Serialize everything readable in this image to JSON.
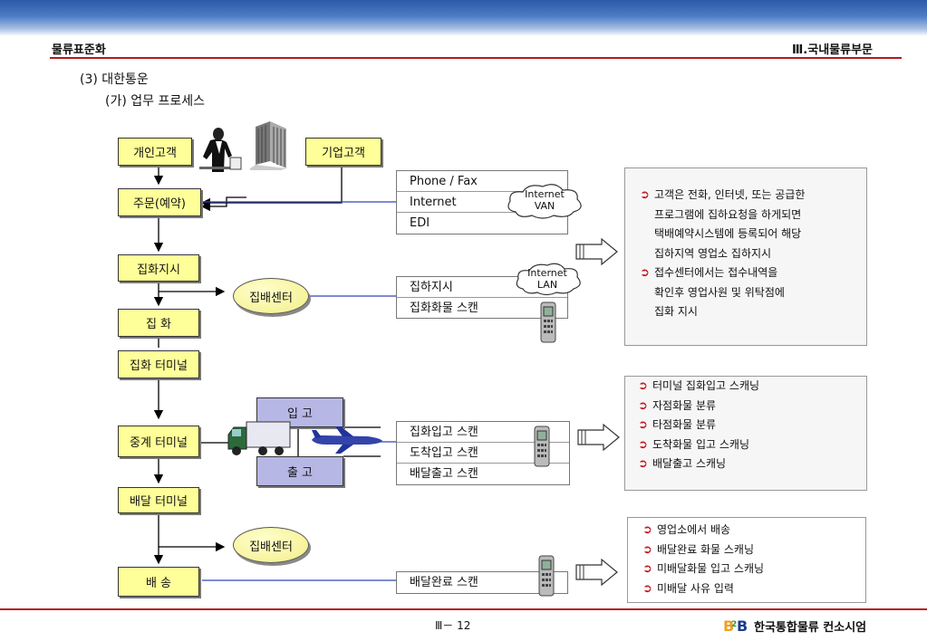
{
  "header": {
    "left": "물류표준화",
    "right": "Ⅲ.국내물류부문"
  },
  "headings": {
    "section": "(3) 대한통운",
    "subsection": "(가) 업무 프로세스"
  },
  "flow": {
    "personal": "개인고객",
    "corporate": "기업고객",
    "order": "주문(예약)",
    "pickup_order": "집화지시",
    "pickup": "집 화",
    "pickup_terminal": "집화 터미널",
    "relay_terminal": "중계 터미널",
    "delivery_terminal": "배달 터미널",
    "delivery": "배 송",
    "center1": "집배센터",
    "center2": "집배센터",
    "inbound": "입 고",
    "outbound": "출 고"
  },
  "tables": {
    "order_channels": [
      "Phone / Fax",
      "Internet",
      "EDI"
    ],
    "pickup_ops": [
      "집하지시",
      "집화화물 스캔"
    ],
    "terminal_ops": [
      "집화입고 스캔",
      "도착입고 스캔",
      "배달출고 스캔"
    ],
    "delivery_ops": [
      "배달완료 스캔"
    ]
  },
  "clouds": {
    "van_line1": "Internet",
    "van_line2": "VAN",
    "lan_line1": "Internet",
    "lan_line2": "LAN"
  },
  "info_boxes": {
    "order": [
      {
        "bullet": true,
        "text": "고객은 전화, 인터넷, 또는 공급한"
      },
      {
        "bullet": false,
        "text": "프로그램에 집하요청을 하게되면"
      },
      {
        "bullet": false,
        "text": "택배예약시스템에 등록되어 해당"
      },
      {
        "bullet": false,
        "text": "집하지역 영업소 집하지시"
      },
      {
        "bullet": true,
        "text": "접수센터에서는 접수내역을"
      },
      {
        "bullet": false,
        "text": "확인후 영업사원 및 위탁점에"
      },
      {
        "bullet": false,
        "text": "집화 지시"
      }
    ],
    "terminal": [
      {
        "bullet": true,
        "text": "터미널 집화입고 스캐닝"
      },
      {
        "bullet": true,
        "text": "자점화물 분류"
      },
      {
        "bullet": true,
        "text": "타점화물 분류"
      },
      {
        "bullet": true,
        "text": "도착화물 입고 스캐닝"
      },
      {
        "bullet": true,
        "text": "배달출고 스캐닝"
      }
    ],
    "delivery": [
      {
        "bullet": true,
        "text": "영업소에서 배송"
      },
      {
        "bullet": true,
        "text": "배달완료 화물 스캐닝"
      },
      {
        "bullet": true,
        "text": "미배달화물 입고 스캐닝"
      },
      {
        "bullet": true,
        "text": "미배달 사유 입력"
      }
    ]
  },
  "bullet_glyph": "➲",
  "footer": {
    "page": "Ⅲ－ 12",
    "company": "한국통합물류 컨소시엄",
    "logo_text": "B2B"
  },
  "colors": {
    "accent_red": "#b31b1b",
    "flow_box": "#ffff99",
    "dock_box": "#b7b7e6",
    "link_blue": "#3344bb"
  },
  "icons": [
    "businessman-icon",
    "office-building-icon",
    "cloud-icon",
    "barcode-scanner-icon",
    "truck-icon",
    "airplane-icon",
    "block-arrow-icon",
    "company-logo-icon"
  ]
}
